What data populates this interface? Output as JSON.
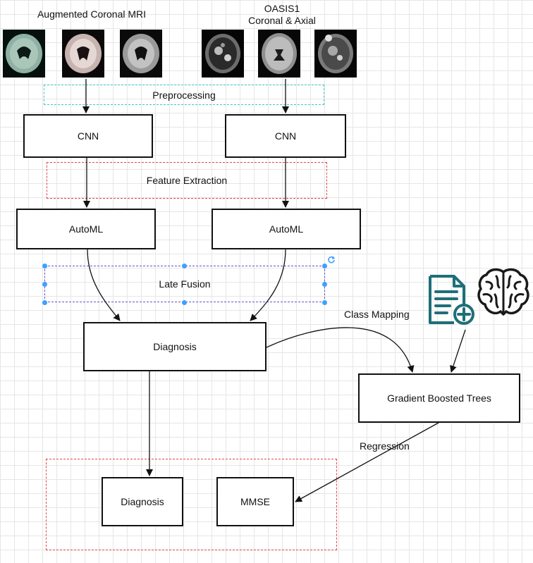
{
  "diagram": {
    "title_left": "Augmented Coronal MRI",
    "title_right_line1": "OASIS1",
    "title_right_line2": "Coronal & Axial",
    "preprocessing": "Preprocessing",
    "cnn_left": "CNN",
    "cnn_right": "CNN",
    "feature_extraction": "Feature Extraction",
    "automl_left": "AutoML",
    "automl_right": "AutoML",
    "late_fusion": "Late Fusion",
    "diagnosis": "Diagnosis",
    "class_mapping": "Class Mapping",
    "gbt": "Gradient Boosted Trees",
    "regression": "Regression",
    "out_diagnosis": "Diagnosis",
    "out_mmse": "MMSE"
  },
  "colors": {
    "preprocessing_border": "#3cc7c7",
    "feature_border": "#e0474c",
    "fusion_border": "#6a4fcf",
    "selection_handle": "#3fa0ff",
    "output_border": "#e0474c",
    "icon": "#1f6f78"
  },
  "icons": [
    "mri-brain-image",
    "medical-document-plus-icon",
    "brain-icon"
  ]
}
